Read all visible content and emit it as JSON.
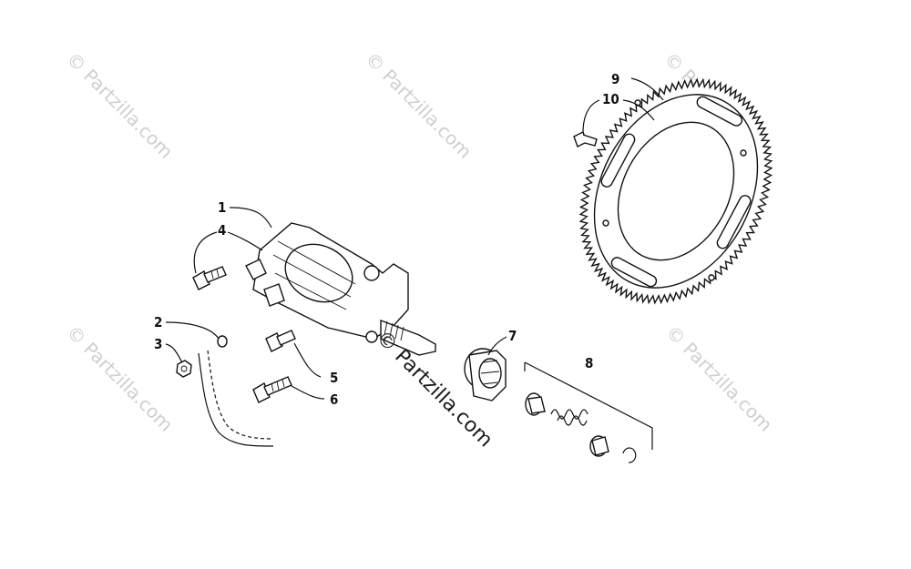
{
  "watermark": {
    "text": "© Partzilla.com",
    "center_text": "© Partzilla.com"
  },
  "callouts": [
    {
      "id": "1",
      "label": "1"
    },
    {
      "id": "2",
      "label": "2"
    },
    {
      "id": "3",
      "label": "3"
    },
    {
      "id": "4",
      "label": "4"
    },
    {
      "id": "5",
      "label": "5"
    },
    {
      "id": "6",
      "label": "6"
    },
    {
      "id": "7",
      "label": "7"
    },
    {
      "id": "8",
      "label": "8"
    },
    {
      "id": "9",
      "label": "9"
    },
    {
      "id": "10",
      "label": "10"
    }
  ]
}
